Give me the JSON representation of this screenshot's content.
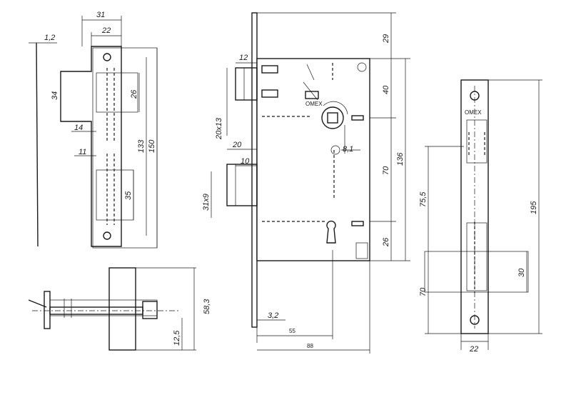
{
  "dimensions": {
    "strike_outer_width": "31",
    "strike_inner_width": "22",
    "strike_thickness": "1,2",
    "strike_latch_height": "34",
    "strike_latch_window": "26",
    "strike_latch_depth": "14",
    "strike_bolt_depth": "11",
    "strike_hole_spacing": "133",
    "strike_total_height": "150",
    "strike_bolt_window": "35",
    "lock_top_offset": "29",
    "lock_top_to_handle": "40",
    "lock_handle_to_key": "70",
    "lock_key_to_bottom": "26",
    "lock_body_height": "136",
    "latch_width": "12",
    "latch_section": "20x13",
    "bolt_projection": "20",
    "bolt_offset": "10",
    "bolt_section": "31x9",
    "spindle": "8,1",
    "backset": "55",
    "body_width": "88",
    "faceplate_thickness": "3,2",
    "front_upper": "75,5",
    "front_total": "195",
    "front_bolt_height": "30",
    "front_lower": "70",
    "front_width": "22",
    "side_height": "58,3",
    "side_bolt_offset": "12,5"
  },
  "brand_mark": "OMEX"
}
